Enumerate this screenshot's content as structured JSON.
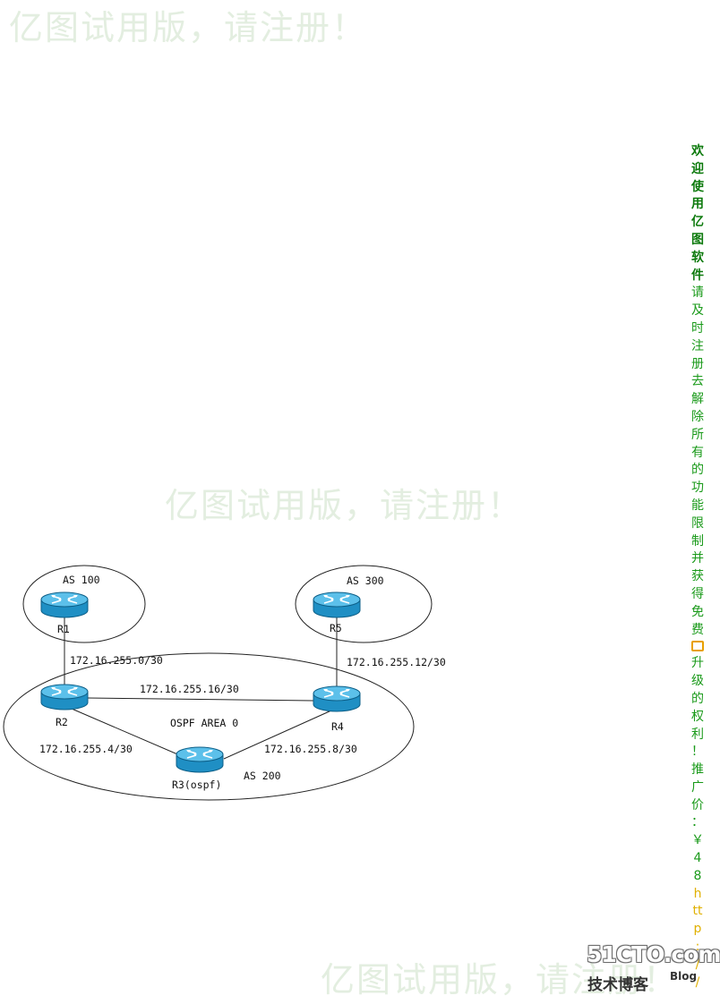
{
  "watermarks": {
    "top": "亿图试用版，请注册！",
    "middle": "亿图试用版，请注册！",
    "bottom": "亿图试用版，请注册！"
  },
  "diagram": {
    "as_labels": {
      "as100": "AS 100",
      "as300": "AS 300",
      "as200": "AS 200"
    },
    "routers": {
      "r1": "R1",
      "r2": "R2",
      "r3": "R3(ospf)",
      "r4": "R4",
      "r5": "R5"
    },
    "links": {
      "r1_r2": "172.16.255.0/30",
      "r2_r4": "172.16.255.16/30",
      "r5_r4": "172.16.255.12/30",
      "r2_r3": "172.16.255.4/30",
      "r3_r4": "172.16.255.8/30"
    },
    "area_label": "OSPF AREA 0"
  },
  "sidebar": {
    "bold_chars": [
      "欢",
      "迎",
      "使",
      "用",
      "亿",
      "图",
      "软",
      "件"
    ],
    "chars_1": [
      "请",
      "及",
      "时",
      "注",
      "册",
      "去",
      "解",
      "除",
      "所",
      "有",
      "的",
      "功",
      "能",
      "限",
      "制",
      "并",
      "获",
      "得",
      "免",
      "费"
    ],
    "chars_2": [
      "升",
      "级",
      "的",
      "权",
      "利",
      "！",
      "推",
      "广",
      "价",
      "：",
      "￥",
      "4",
      "8"
    ],
    "chars_3": [
      "h",
      "tt",
      "p",
      ":",
      "/",
      "/"
    ]
  },
  "logo": {
    "main": "51CTO.com",
    "sub": "技术博客",
    "blog": "Blog"
  },
  "colors": {
    "router_body": "#1f8fc4",
    "router_top": "#5cc0ea",
    "watermark": "#e3eee0",
    "sidebar_green": "#1a9a1a",
    "sidebar_yellow": "#e0b000"
  }
}
